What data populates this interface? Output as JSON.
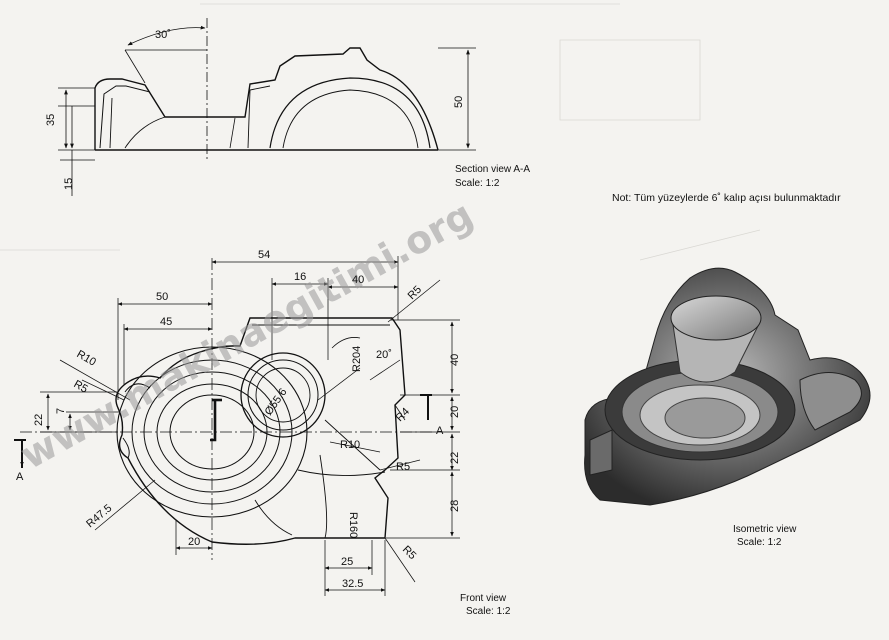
{
  "section_view": {
    "title": "Section view A-A",
    "scale": "Scale:  1:2",
    "dims": {
      "angle": "30˚",
      "h35": "35",
      "h15": "15",
      "h50": "50"
    }
  },
  "note": "Not: Tüm yüzeylerde 6˚ kalıp açısı bulunmaktadır",
  "front_view": {
    "title": "Front view",
    "scale": "Scale:  1:2",
    "dims": {
      "d54": "54",
      "d16": "16",
      "d40a": "40",
      "d50": "50",
      "d45": "45",
      "r5a": "R5",
      "r10a": "R10",
      "r5b": "R5",
      "r204": "R204",
      "a20": "20˚",
      "dia556": "Ø55.6",
      "d40b": "40",
      "d20a": "20",
      "d22a": "22",
      "d7": "7",
      "r4": "R4",
      "r10b": "R10",
      "r5c": "R5",
      "d22b": "22",
      "d28": "28",
      "r160": "R160",
      "r475": "R47.5",
      "d20b": "20",
      "d25": "25",
      "d325": "32.5",
      "r5d": "R5",
      "sectA1": "A",
      "sectA2": "A"
    }
  },
  "isometric_view": {
    "title": "Isometric view",
    "scale": "Scale:  1:2"
  },
  "watermark": "www.makinaegitimi.org"
}
